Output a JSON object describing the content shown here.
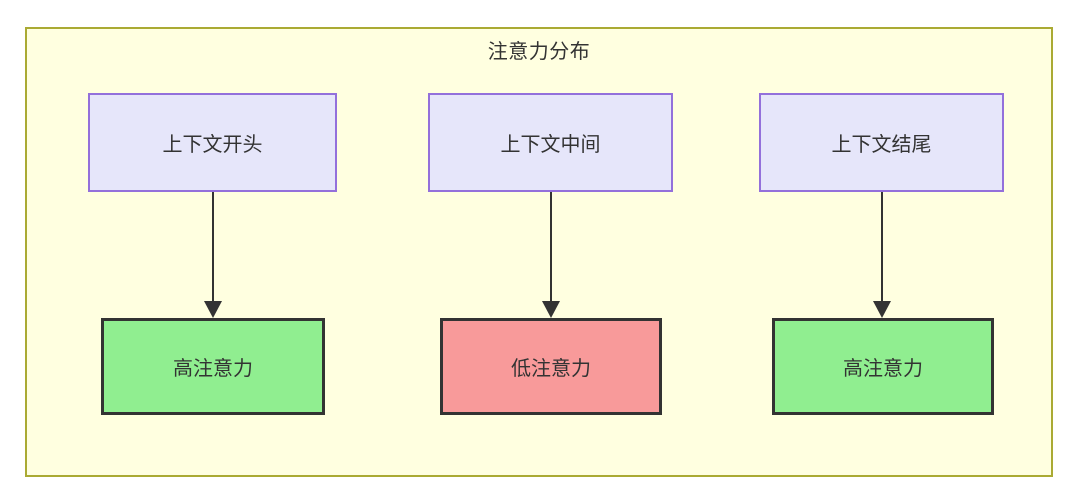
{
  "diagram": {
    "title": "注意力分布",
    "container": {
      "name": "attention-distribution-subgraph",
      "fill": "#ffffe0",
      "border_color": "#aaaa33"
    },
    "palette": {
      "context_fill": "#e6e6fa",
      "context_border": "#9370db",
      "high_attention_fill": "#90ee90",
      "low_attention_fill": "#f89a9a",
      "node_border": "#333333",
      "edge_color": "#333333",
      "page_background": "#ffffff",
      "text_color": "#333333"
    },
    "columns": [
      {
        "id": "beginning",
        "context_label": "上下文开头",
        "result_label": "高注意力",
        "result_level": "high"
      },
      {
        "id": "middle",
        "context_label": "上下文中间",
        "result_label": "低注意力",
        "result_level": "low"
      },
      {
        "id": "end",
        "context_label": "上下文结尾",
        "result_label": "高注意力",
        "result_level": "high"
      }
    ],
    "edges": [
      {
        "from": "上下文开头",
        "to": "高注意力",
        "arrow": "arrowhead-down-icon"
      },
      {
        "from": "上下文中间",
        "to": "低注意力",
        "arrow": "arrowhead-down-icon"
      },
      {
        "from": "上下文结尾",
        "to": "高注意力",
        "arrow": "arrowhead-down-icon"
      }
    ]
  }
}
